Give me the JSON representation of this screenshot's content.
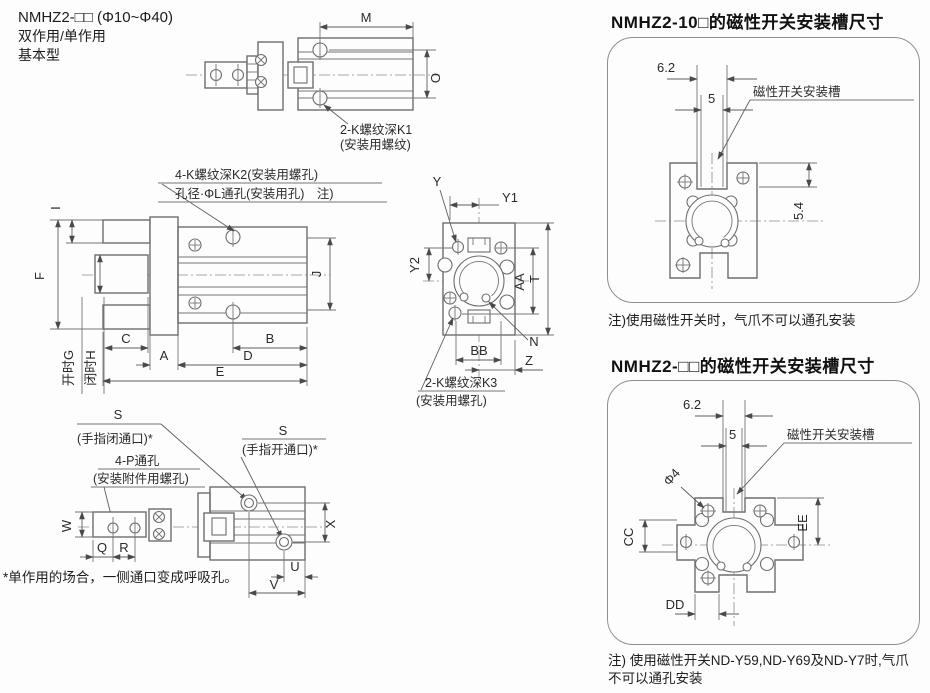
{
  "page": {
    "line1": "NMHZ2-□□ (Φ10~Φ40)",
    "line2": "双作用/单作用",
    "line3": "基本型"
  },
  "top_view": {
    "dim_m": "M",
    "dim_o": "O",
    "thread_1": "2-K螺纹深K1",
    "thread_2": "(安装用螺纹)"
  },
  "front_view": {
    "screw_1": "4-K螺纹深K2(安装用螺孔)",
    "screw_2": "孔径·ΦL通孔(安装用孔)　注)",
    "dim_i": "I",
    "dim_f": "F",
    "dim_g": "开时G",
    "dim_h": "闭时H",
    "dim_c": "C",
    "dim_a": "A",
    "dim_b": "B",
    "dim_d": "D",
    "dim_e": "E",
    "dim_j": "J"
  },
  "face_view": {
    "dim_y": "Y",
    "dim_y1": "Y1",
    "dim_y2": "Y2",
    "dim_aa": "AA",
    "dim_t": "T",
    "dim_n": "N",
    "dim_bb": "BB",
    "dim_z": "Z",
    "thread_1": "2-K螺纹深K3",
    "thread_2": "(安装用螺孔)"
  },
  "bottom_view": {
    "s_close": "S",
    "close_label": "(手指闭通口)*",
    "s_open": "S",
    "open_label": "(手指开通口)*",
    "p4_1": "4-P通孔",
    "p4_2": "(安装附件用螺孔)",
    "dim_w": "W",
    "dim_q": "Q",
    "dim_r": "R",
    "dim_x": "X",
    "dim_u": "U",
    "dim_v": "V",
    "footnote": "*单作用的场合，一侧通口变成呼吸孔。"
  },
  "panel_top": {
    "title": "NMHZ2-10□的磁性开关安装槽尺寸",
    "dim_62": "6.2",
    "dim_5": "5",
    "dim_54": "5.4",
    "slot_label": "磁性开关安装槽",
    "note": "注)使用磁性开关时，气爪不可以通孔安装"
  },
  "panel_bottom": {
    "title": "NMHZ2-□□的磁性开关安装槽尺寸",
    "dim_62": "6.2",
    "dim_5": "5",
    "dim_phi4": "Φ4",
    "slot_label": "磁性开关安装槽",
    "dim_cc": "CC",
    "dim_ee": "EE",
    "dim_dd": "DD",
    "note_1": "注) 使用磁性开关ND-Y59,ND-Y69及ND-Y7时,气爪",
    "note_2": "不可以通孔安装"
  }
}
